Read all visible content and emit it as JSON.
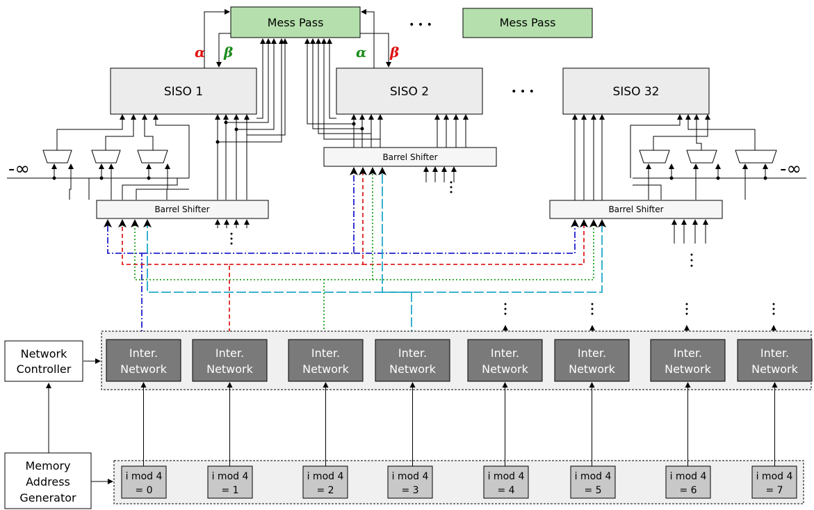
{
  "mess_pass_label": "Mess Pass",
  "siso_labels": [
    "SISO 1",
    "SISO 2",
    "SISO 32"
  ],
  "barrel_shifter_label": "Barrel Shifter",
  "alpha": "α",
  "beta": "β",
  "neg_inf": "-∞",
  "ellipsis_h": "• • •",
  "network_controller": [
    "Network",
    "Controller"
  ],
  "memory_generator": [
    "Memory",
    "Address",
    "Generator"
  ],
  "inter_network": [
    "Inter.",
    "Network"
  ],
  "mod_lines": [
    [
      "i mod 4",
      "= 0"
    ],
    [
      "i mod 4",
      "= 1"
    ],
    [
      "i mod 4",
      "= 2"
    ],
    [
      "i mod 4",
      "= 3"
    ],
    [
      "i mod 4",
      "= 4"
    ],
    [
      "i mod 4",
      "= 5"
    ],
    [
      "i mod 4",
      "= 6"
    ],
    [
      "i mod 4",
      "= 7"
    ]
  ],
  "colors": {
    "alpha": "#e01010",
    "beta": "#1a8c1a",
    "blue": "#2020cc",
    "red": "#e02020",
    "green": "#20a020",
    "cyan": "#20a8c8",
    "mess_fill": "#b5e0ad",
    "siso_fill": "#ececec",
    "inter_fill": "#7a7a7a",
    "mod_fill": "#c8c8c8"
  }
}
